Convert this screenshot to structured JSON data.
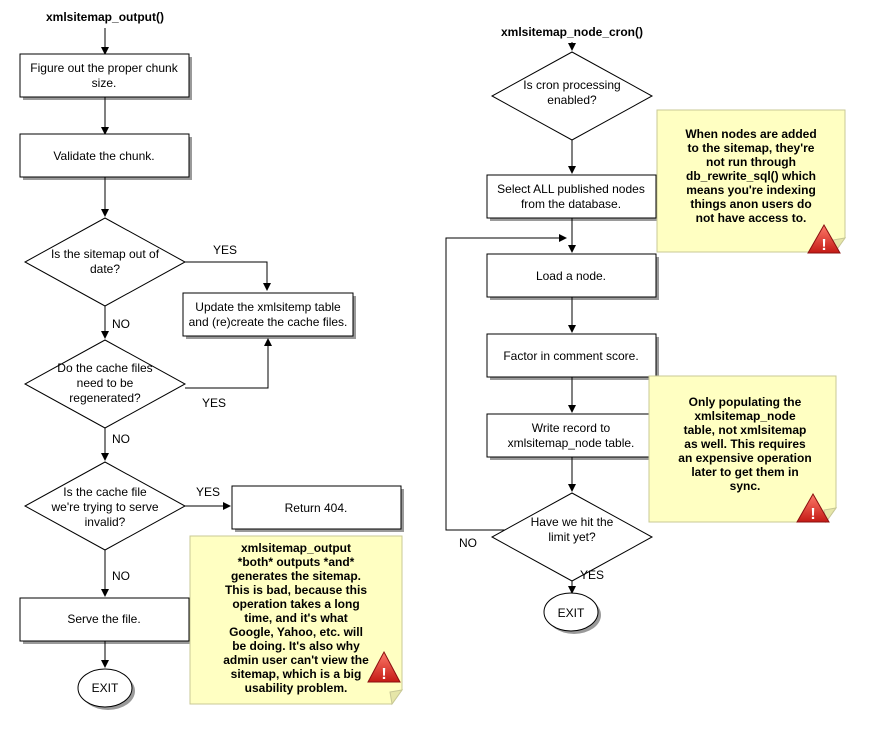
{
  "left": {
    "title": "xmlsitemap_output()",
    "step1": [
      "Figure out the proper chunk",
      "size."
    ],
    "step2": "Validate the chunk.",
    "decision1": [
      "Is the sitemap out of",
      "date?"
    ],
    "update": [
      "Update the xmlsitemp table",
      "and (re)create the cache files."
    ],
    "decision2": [
      "Do the cache files",
      "need to be",
      "regenerated?"
    ],
    "decision3": [
      "Is the cache file",
      "we're trying to serve",
      "invalid?"
    ],
    "return404": "Return 404.",
    "serve": "Serve the file.",
    "exit": "EXIT",
    "yes1": "YES",
    "no1": "NO",
    "yes2": "YES",
    "no2": "NO",
    "yes3": "YES",
    "no3": "NO",
    "note": [
      "xmlsitemap_output",
      "*both* outputs *and*",
      "generates the sitemap.",
      "This is bad, because this",
      "operation takes a long",
      "time, and it's what",
      "Google, Yahoo, etc. will",
      "be doing. It's also why",
      "admin user can't view the",
      "sitemap, which is a big",
      "usability problem."
    ]
  },
  "right": {
    "title": "xmlsitemap_node_cron()",
    "decision1": [
      "Is cron processing",
      "enabled?"
    ],
    "select": [
      "Select ALL published nodes",
      "from the database."
    ],
    "load": "Load a node.",
    "factor": "Factor in comment score.",
    "write": [
      "Write record to",
      "xmlsitemap_node table."
    ],
    "decision2": [
      "Have we hit the",
      "limit yet?"
    ],
    "no": "NO",
    "yes": "YES",
    "exit": "EXIT",
    "note1": [
      "When nodes are added",
      "to the sitemap, they're",
      "not run through",
      "db_rewrite_sql() which",
      "means you're indexing",
      "things anon users do",
      "not have access to."
    ],
    "note2": [
      "Only populating the",
      "xmlsitemap_node",
      "table, not xmlsitemap",
      "as well. This requires",
      "an expensive operation",
      "later to get them in",
      "sync."
    ]
  },
  "colors": {
    "note_fill": "#ffffc2",
    "warning_red": "#e03030"
  }
}
